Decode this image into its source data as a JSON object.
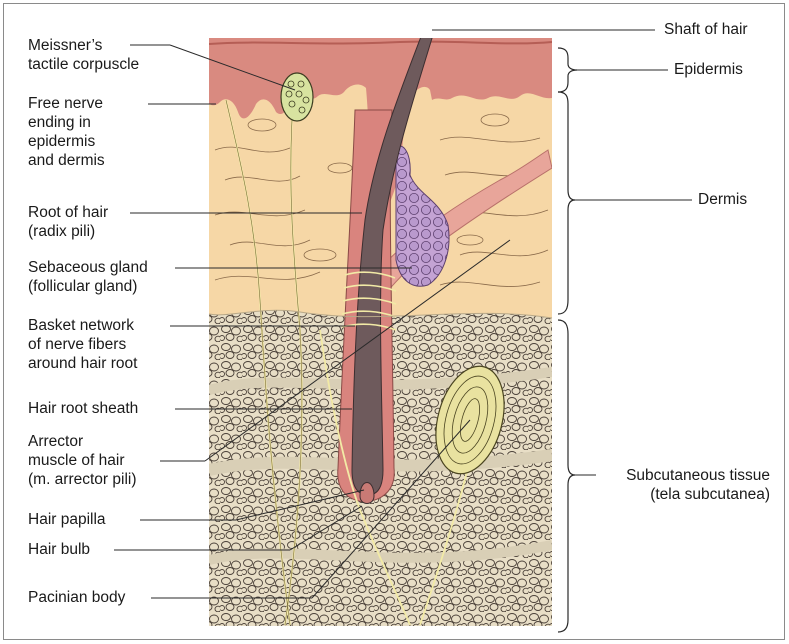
{
  "labels_left": {
    "meissner": [
      "Meissner’s",
      "tactile corpuscle"
    ],
    "free_nerve": [
      "Free nerve",
      "ending in",
      "epidermis",
      "and dermis"
    ],
    "root_of_hair": [
      "Root of hair",
      "(radix pili)"
    ],
    "sebaceous": [
      "Sebaceous gland",
      "(follicular gland)"
    ],
    "basket": [
      "Basket network",
      "of nerve fibers",
      "around hair root"
    ],
    "root_sheath": [
      "Hair root sheath"
    ],
    "arrector": [
      "Arrector",
      "muscle of hair",
      "(m. arrector pili)"
    ],
    "papilla": [
      "Hair papilla"
    ],
    "bulb": [
      "Hair bulb"
    ],
    "pacinian": [
      "Pacinian body"
    ]
  },
  "labels_right": {
    "shaft": [
      "Shaft of hair"
    ],
    "epidermis": [
      "Epidermis"
    ],
    "dermis": [
      "Dermis"
    ],
    "subcutaneous": [
      "Subcutaneous tissue",
      "(tela subcutanea)"
    ]
  },
  "colors": {
    "epidermis": "#d98a80",
    "dermis": "#f6d7a6",
    "subcutaneous": "#e6dcc3",
    "hair_shaft": "#6e5a5c",
    "root_sheath": "#d9847e",
    "gland": "#c2a2d0",
    "pacinian": "#e9e2a0",
    "nerve": "#f2eaa6",
    "leader": "#2a2a2a"
  }
}
